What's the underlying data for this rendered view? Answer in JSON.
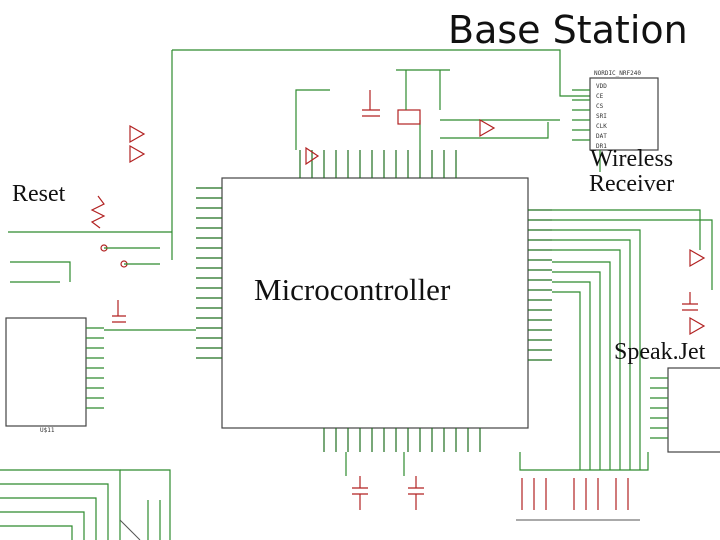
{
  "title": "Base Station",
  "labels": {
    "reset": "Reset",
    "microcontroller": "Microcontroller",
    "wireless": [
      "Wireless",
      "Receiver"
    ],
    "speakjet": "Speak.Jet"
  },
  "chips": {
    "nordic": "NORDIC_NRF240",
    "nordic_pins": [
      "VDD",
      "CE",
      "CS",
      "SRI",
      "CLK",
      "DAT",
      "DR1"
    ],
    "regulator": "U$11"
  },
  "colors": {
    "wire": "#2e8b2e",
    "part": "#b22222",
    "body": "#444444"
  }
}
